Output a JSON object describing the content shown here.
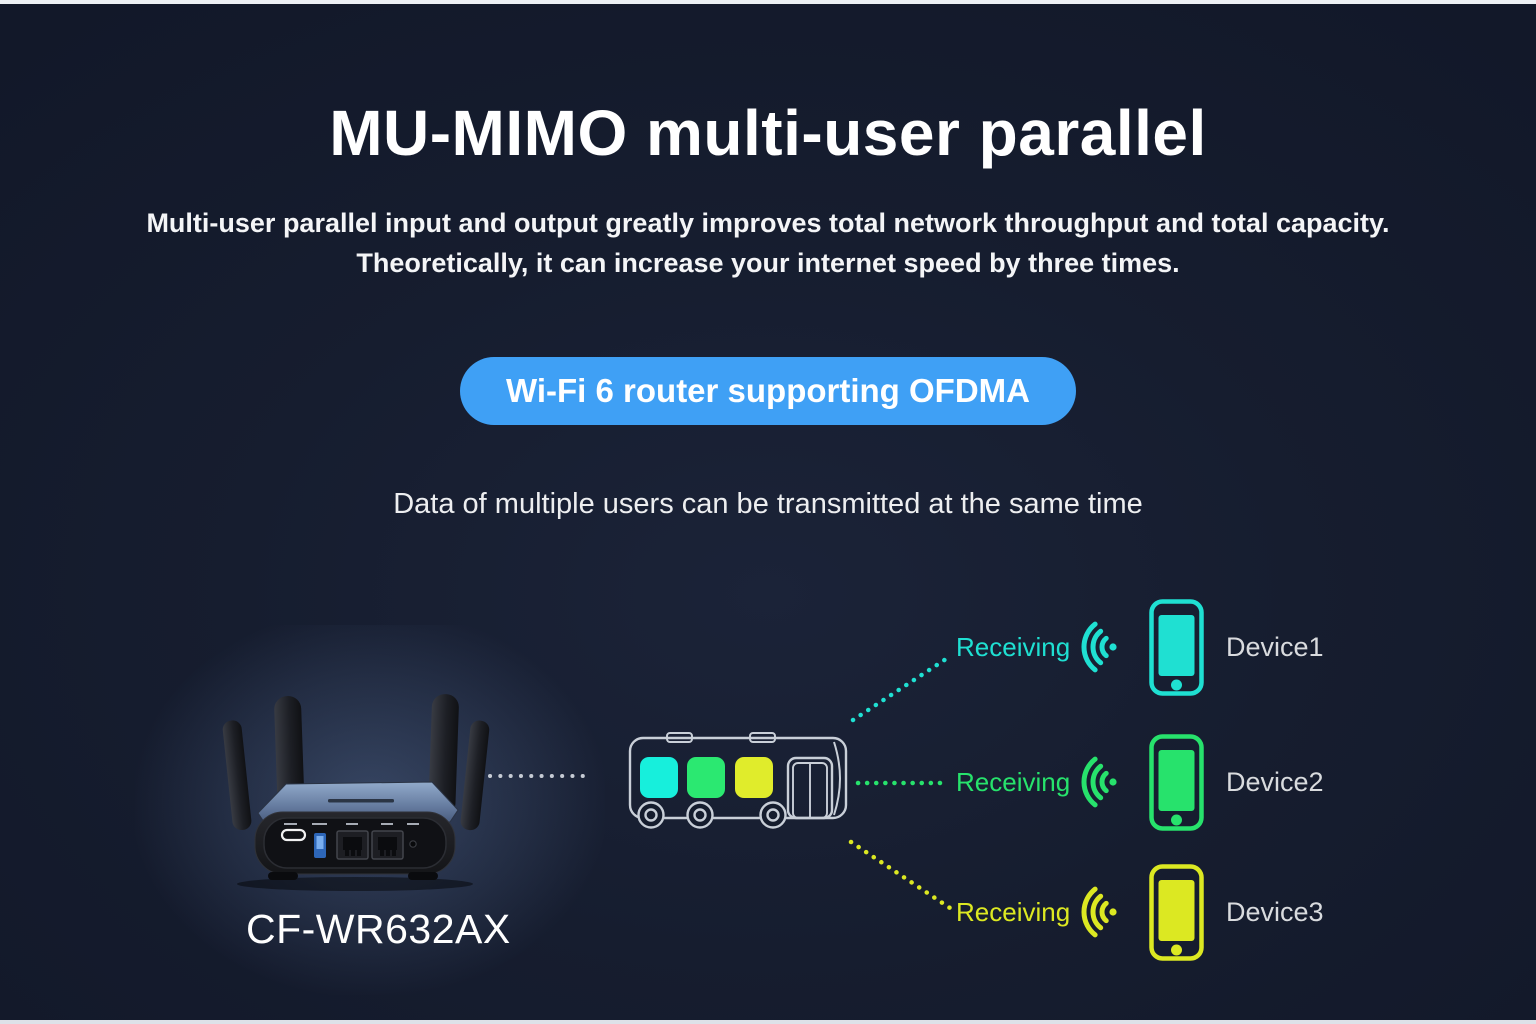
{
  "banner": {
    "background_color": "#161d2f",
    "title": "MU-MIMO multi-user parallel",
    "subtitle": {
      "line1": "Multi-user parallel input and output greatly improves total network throughput and total capacity.",
      "line2": "Theoretically, it can increase your internet speed by three times."
    },
    "badge": {
      "label": "Wi-Fi 6 router supporting OFDMA",
      "background": "#3FA0F5",
      "text_color": "#FFFFFF"
    },
    "caption": "Data of multiple users can be transmitted at the same time"
  },
  "diagram": {
    "router": {
      "model": "CF-WR632AX",
      "icon": "router-image"
    },
    "link_router_to_bus": {
      "color": "#C6CBD4"
    },
    "bus": {
      "icon": "bus-icon",
      "outline_color": "#C9CFD8",
      "windows": [
        {
          "name": "window-cyan",
          "color": "#17EFDC"
        },
        {
          "name": "window-green",
          "color": "#2BE871"
        },
        {
          "name": "window-yellow",
          "color": "#E0EC2B"
        }
      ]
    },
    "devices": [
      {
        "label": "Device1",
        "status": "Receiving",
        "color": "#1FE0D2",
        "signal_icon": "wifi-signal-icon",
        "device_icon": "smartphone-icon"
      },
      {
        "label": "Device2",
        "status": "Receiving",
        "color": "#27E26C",
        "signal_icon": "wifi-signal-icon",
        "device_icon": "smartphone-icon"
      },
      {
        "label": "Device3",
        "status": "Receiving",
        "color": "#DCE822",
        "signal_icon": "wifi-signal-icon",
        "device_icon": "smartphone-icon"
      }
    ]
  }
}
